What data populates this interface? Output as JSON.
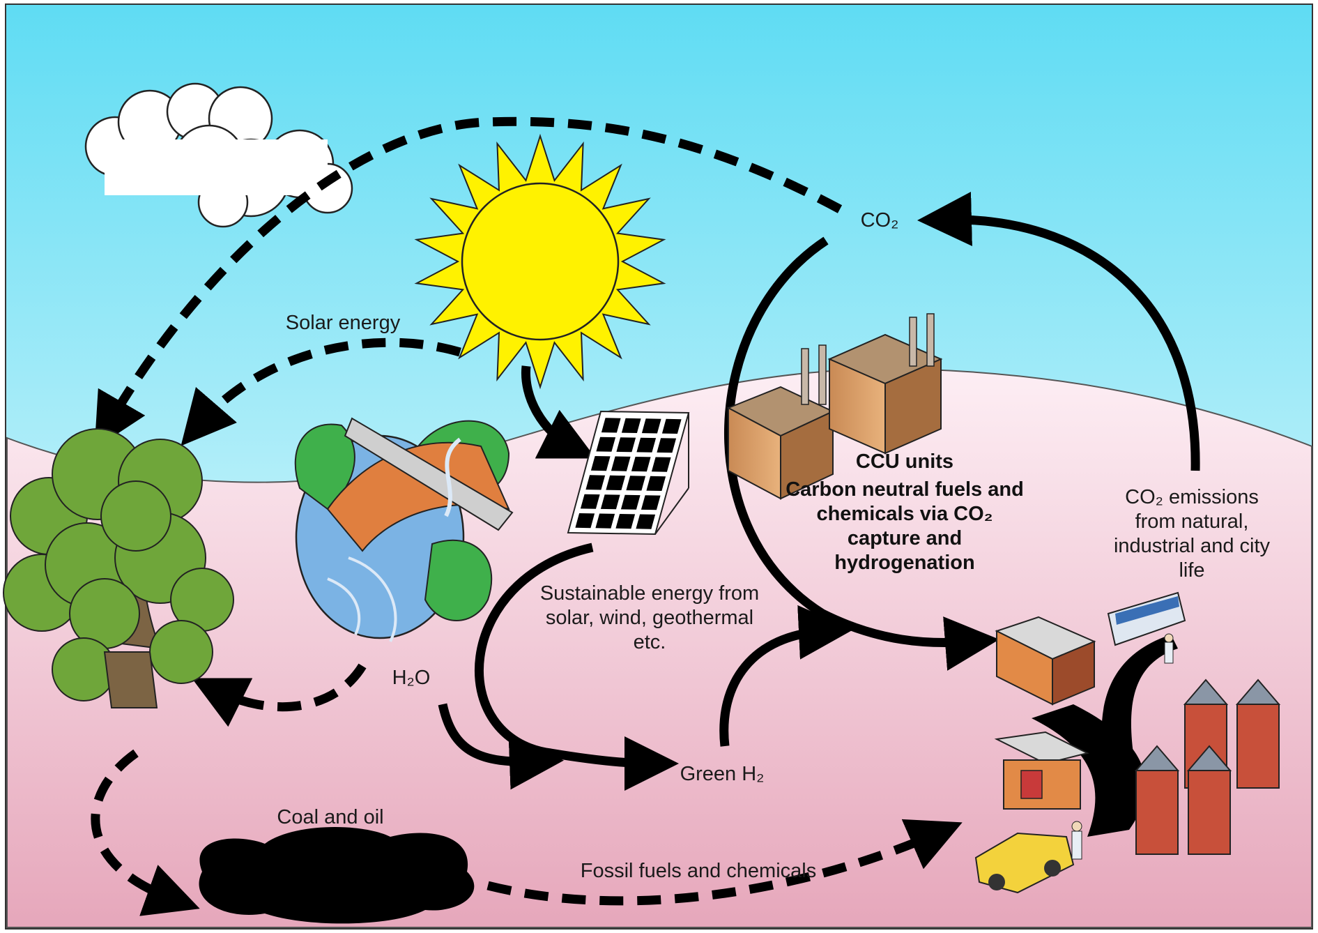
{
  "labels": {
    "co2_top": "CO₂",
    "solar_energy": "Solar energy",
    "ccu_title": "CCU units",
    "ccu_line1": "Carbon neutral fuels and",
    "ccu_line2": "chemicals via CO₂",
    "ccu_line3": "capture and",
    "ccu_line4": "hydrogenation",
    "emissions_line1": "CO₂ emissions",
    "emissions_line2": "from natural,",
    "emissions_line3": "industrial and city",
    "emissions_line4": "life",
    "sustainable_line1": "Sustainable energy from",
    "sustainable_line2": "solar, wind, geothermal",
    "sustainable_line3": "etc.",
    "h2o": "H₂O",
    "green_h2": "Green H₂",
    "coal_oil": "Coal and oil",
    "fossil": "Fossil fuels and chemicals"
  },
  "colors": {
    "sky_top": "#62dcf2",
    "sky_bottom": "#ffffff",
    "ground_top": "#fbe6ef",
    "ground_bottom": "#e8a9bd",
    "sun": "#fff200",
    "tree": "#6fa63a",
    "river": "#6aa0d8",
    "arrow": "#000000"
  }
}
